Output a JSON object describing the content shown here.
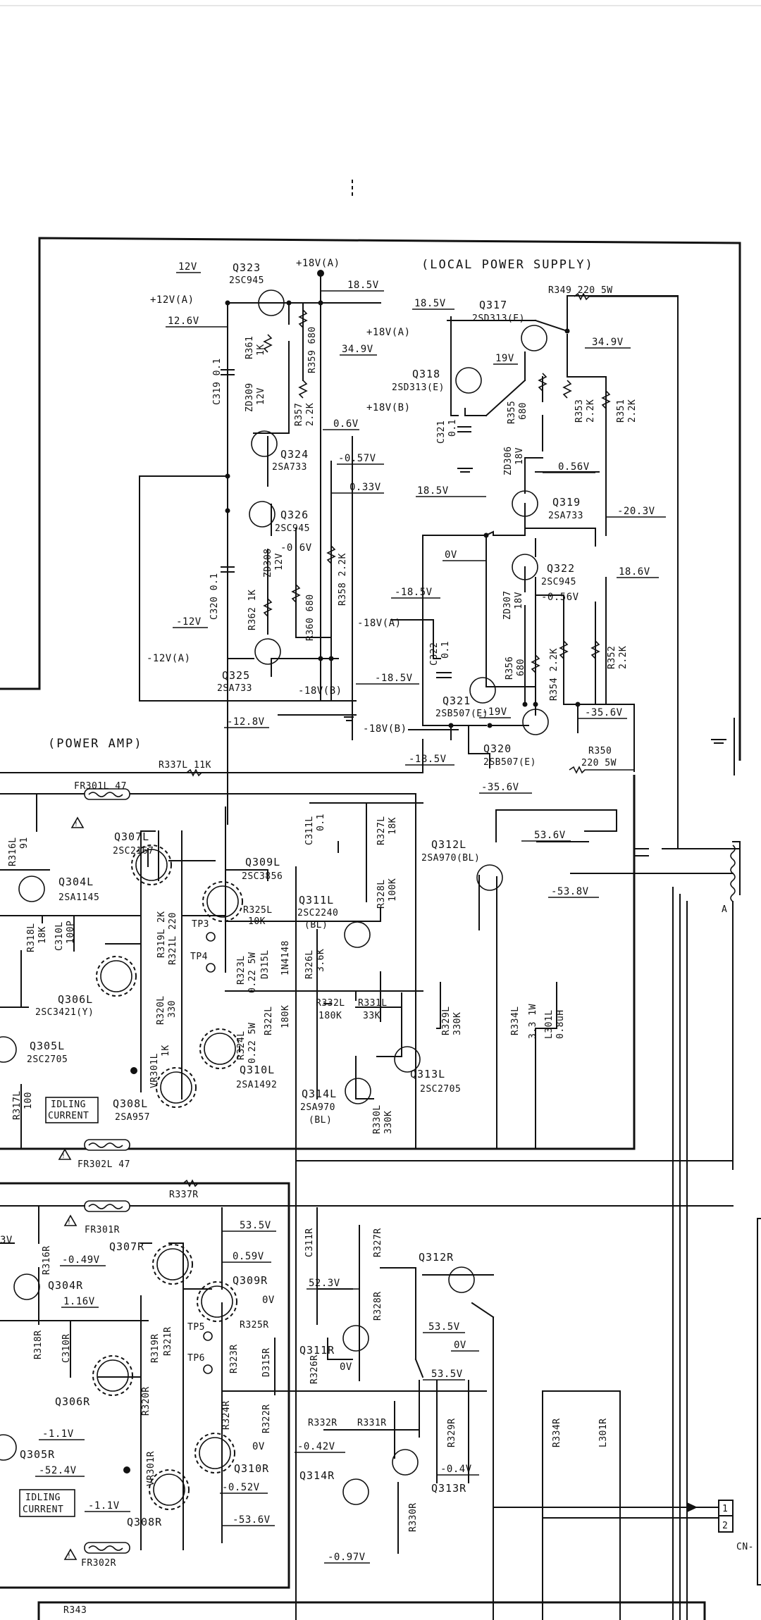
{
  "headings": {
    "local_power_supply": "(LOCAL POWER SUPPLY)",
    "power_amp": "(POWER AMP)"
  },
  "transistors": [
    {
      "ref": "Q323",
      "part": "2SC945"
    },
    {
      "ref": "Q317",
      "part": "2SD313(E)"
    },
    {
      "ref": "Q318",
      "part": "2SD313(E)"
    },
    {
      "ref": "Q324",
      "part": "2SA733"
    },
    {
      "ref": "Q326",
      "part": "2SC945"
    },
    {
      "ref": "Q319",
      "part": "2SA733"
    },
    {
      "ref": "Q322",
      "part": "2SC945"
    },
    {
      "ref": "Q325",
      "part": "2SA733"
    },
    {
      "ref": "Q321",
      "part": "2SB507(E)"
    },
    {
      "ref": "Q320",
      "part": "2SB507(E)"
    },
    {
      "ref": "Q307L",
      "part": "2SC2167"
    },
    {
      "ref": "Q309L",
      "part": "2SC3856"
    },
    {
      "ref": "Q312L",
      "part": "2SA970(BL)"
    },
    {
      "ref": "Q304L",
      "part": "2SA1145"
    },
    {
      "ref": "Q311L",
      "part": "2SC2240"
    },
    {
      "ref": "Q306L",
      "part": "2SC3421(Y)"
    },
    {
      "ref": "Q305L",
      "part": "2SC2705"
    },
    {
      "ref": "Q310L",
      "part": "2SA1492"
    },
    {
      "ref": "Q313L",
      "part": "2SC2705"
    },
    {
      "ref": "Q308L",
      "part": "2SA957"
    },
    {
      "ref": "Q314L",
      "part": "2SA970"
    },
    {
      "ref": "Q307R",
      "part": ""
    },
    {
      "ref": "Q312R",
      "part": ""
    },
    {
      "ref": "Q304R",
      "part": ""
    },
    {
      "ref": "Q309R",
      "part": ""
    },
    {
      "ref": "Q311R",
      "part": ""
    },
    {
      "ref": "Q306R",
      "part": ""
    },
    {
      "ref": "Q305R",
      "part": ""
    },
    {
      "ref": "Q310R",
      "part": ""
    },
    {
      "ref": "Q314R",
      "part": ""
    },
    {
      "ref": "Q313R",
      "part": ""
    },
    {
      "ref": "Q308R",
      "part": ""
    }
  ],
  "extra_labels": {
    "q311l_bl": "(BL)",
    "q314l_bl": "(BL)",
    "r349": "R349 220 5W",
    "r350_a": "R350",
    "r350_b": "220 5W",
    "r337l": "R337L 11K",
    "r337r": "R337R",
    "fr301l": "FR301L  47",
    "fr302l": "FR302L  47",
    "fr301r": "FR301R",
    "fr302r": "FR302R",
    "r343": "R343",
    "cn": "CN-",
    "tp3": "TP3",
    "tp4": "TP4",
    "tp5": "TP5",
    "tp6": "TP6",
    "a_mark": "A",
    "idling_1": "IDLING",
    "idling_2": "CURRENT",
    "r325l_a": "R325L",
    "r325l_b": "10K",
    "r325r": "R325R",
    "r332l_a": "R332L",
    "r332l_b": "180K",
    "r331l_a": "R331L",
    "r331l_b": "33K",
    "r332r": "R332R",
    "r331r": "R331R",
    "pin1": "1",
    "pin2": "2"
  },
  "voltages": {
    "v12": "12V",
    "v12a": "+12V(A)",
    "v126": "12.6V",
    "v18a": "+18V(A)",
    "v185a": "18.5V",
    "v185b": "18.5V",
    "v18a2": "+18V(A)",
    "v349": "34.9V",
    "v349b": "34.9V",
    "v19": "19V",
    "v18b": "+18V(B)",
    "v06": "0.6V",
    "vm057": "-0.57V",
    "v033": "0.33V",
    "v185c": "18.5V",
    "v056": "0.56V",
    "vm06": "-0.6V",
    "vm203": "-20.3V",
    "v0": "0V",
    "v186": "18.6V",
    "vm185": "-18.5V",
    "vm18a": "-18V(A)",
    "vm056": "-0.56V",
    "vm12": "-12V",
    "vm12a": "-12V(A)",
    "vm185b": "-18.5V",
    "vm18b": "-18V(B)",
    "vm19": "-19V",
    "vm356": "-35.6V",
    "vm128": "-12.8V",
    "vm18b2": "-18V(B)",
    "vm185c": "-18.5V",
    "vm356b": "-35.6V",
    "v536": "53.6V",
    "vm538": "-53.8V",
    "v535": "53.5V",
    "vm049": "-0.49V",
    "v059": "0.59V",
    "v0b": "0V",
    "v116": "1.16V",
    "v523": "52.3V",
    "v535b": "53.5V",
    "v0c": "0V",
    "v0d": "0V",
    "v535c": "53.5V",
    "vm11": "-1.1V",
    "vm524": "-52.4V",
    "vm042": "-0.42V",
    "v0e": "0V",
    "vm04": "-0.4V",
    "vm052": "-0.52V",
    "vm11b": "-1.1V",
    "vm536": "-53.6V",
    "vm097": "-0.97V",
    "v3": "3V"
  },
  "components": {
    "r361": [
      "R361",
      "1K"
    ],
    "r359": [
      "R359 680"
    ],
    "c319": [
      "C319 0.1"
    ],
    "zd309": [
      "ZD309",
      "12V"
    ],
    "r357": [
      "R357",
      "2.2K"
    ],
    "c321": [
      "C321",
      "0.1"
    ],
    "r355": [
      "R355",
      "680"
    ],
    "r353": [
      "R353",
      "2.2K"
    ],
    "r351": [
      "R351",
      "2.2K"
    ],
    "zd306": [
      "ZD306",
      "18V"
    ],
    "zd308": [
      "ZD308",
      "12V"
    ],
    "c320": [
      "C320 0.1"
    ],
    "r358": [
      "R358 2.2K"
    ],
    "r362": [
      "R362 1K"
    ],
    "r360": [
      "R360 680"
    ],
    "zd307": [
      "ZD307",
      "18V"
    ],
    "c322": [
      "C322",
      "0.1"
    ],
    "r356": [
      "R356",
      "680"
    ],
    "r354": [
      "R354 2.2K"
    ],
    "r352": [
      "R352",
      "2.2K"
    ],
    "r316l": [
      "R316L",
      "91"
    ],
    "r318l": [
      "R318L",
      "18K"
    ],
    "c310l": [
      "C310L",
      "100P"
    ],
    "r317l": [
      "R317L",
      "100"
    ],
    "r319l": [
      "R319L 2K"
    ],
    "r321l": [
      "R321L 220"
    ],
    "r320l": [
      "R320L",
      "330"
    ],
    "vr301l": [
      "VR301L",
      "1K"
    ],
    "c311l": [
      "C311L",
      "0.1"
    ],
    "r327l": [
      "R327L",
      "18K"
    ],
    "r328l": [
      "R328L",
      "100K"
    ],
    "r323l": [
      "R323L",
      "0.22 5W"
    ],
    "d315l": [
      "D315L",
      "1N4148"
    ],
    "r326l": [
      "R326L",
      "3.6K"
    ],
    "r324l": [
      "R324L",
      "0.22 5W"
    ],
    "r322l": [
      "R322L",
      "180K"
    ],
    "r329l": [
      "R329L",
      "330K"
    ],
    "r330l": [
      "R330L",
      "330K"
    ],
    "r334l": [
      "R334L",
      "3.3 1W"
    ],
    "l301l": [
      "L301L",
      "0.8uH"
    ],
    "r316r": [
      "R316R"
    ],
    "r318r": [
      "R318R"
    ],
    "c310r": [
      "C310R"
    ],
    "r319r": [
      "R319R"
    ],
    "r321r": [
      "R321R"
    ],
    "r320r": [
      "R320R"
    ],
    "vr301r": [
      "VR301R"
    ],
    "c311r": [
      "C311R"
    ],
    "r327r": [
      "R327R"
    ],
    "r328r": [
      "R328R"
    ],
    "r326r": [
      "R326R"
    ],
    "r323r": [
      "R323R"
    ],
    "d315r": [
      "D315R"
    ],
    "r324r": [
      "R324R"
    ],
    "r322r": [
      "R322R"
    ],
    "r329r": [
      "R329R"
    ],
    "r330r": [
      "R330R"
    ],
    "r334r": [
      "R334R"
    ],
    "l301r": [
      "L301R"
    ]
  }
}
